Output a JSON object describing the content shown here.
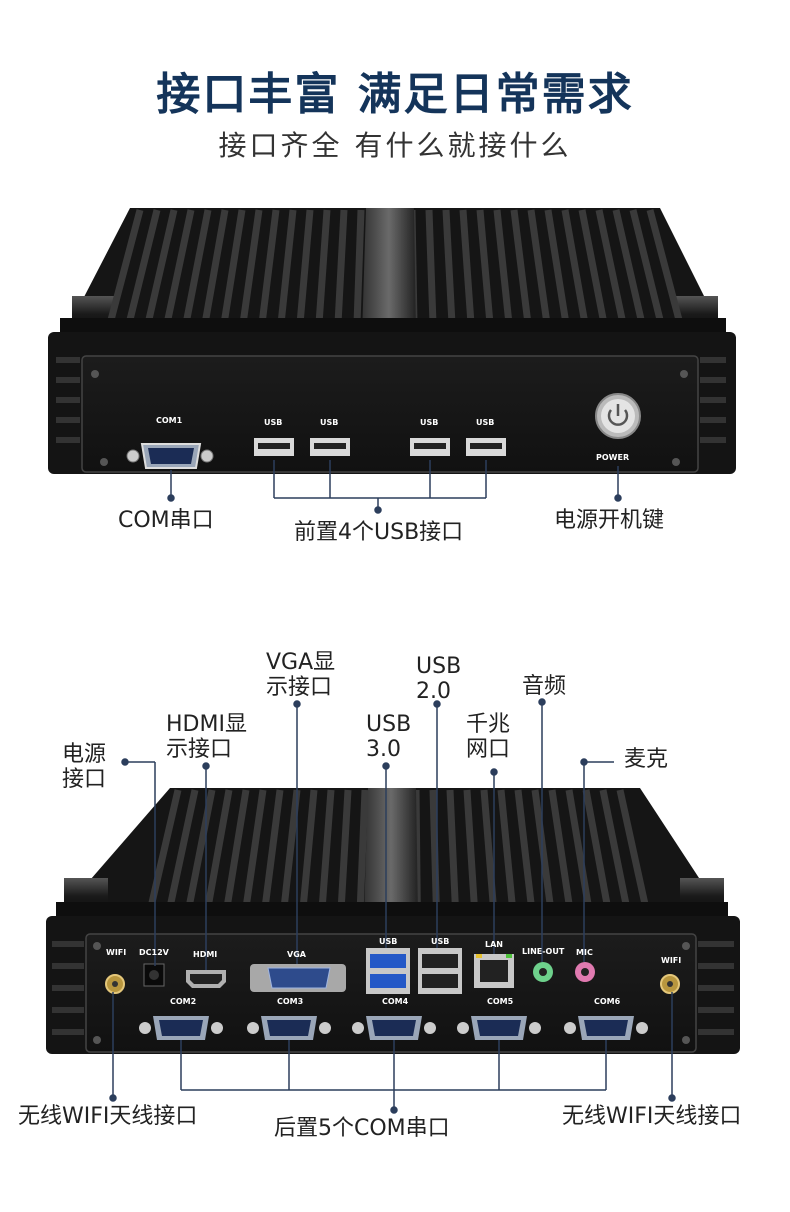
{
  "header": {
    "title": "接口丰富 满足日常需求",
    "subtitle": "接口齐全 有什么就接什么"
  },
  "front": {
    "panel": {
      "com1": "COM1",
      "usb": "USB",
      "power": "POWER"
    },
    "callouts": {
      "com": "COM串口",
      "usb": "前置4个USB接口",
      "power": "电源开机键"
    }
  },
  "rear": {
    "panel": {
      "wifi": "WIFI",
      "dc": "DC12V",
      "hdmi": "HDMI",
      "vga": "VGA",
      "usb": "USB",
      "lan": "LAN",
      "lineout": "LINE-OUT",
      "mic": "MIC",
      "com2": "COM2",
      "com3": "COM3",
      "com4": "COM4",
      "com5": "COM5",
      "com6": "COM6"
    },
    "callouts": {
      "power": "电源\n接口",
      "hdmi": "HDMI显\n示接口",
      "vga": "VGA显\n示接口",
      "usb30": "USB\n3.0",
      "usb20": "USB\n2.0",
      "lan": "千兆\n网口",
      "audio": "音频",
      "mic": "麦克",
      "wifi_left": "无线WIFI天线接口",
      "com": "后置5个COM串口",
      "wifi_right": "无线WIFI天线接口"
    }
  },
  "colors": {
    "title": "#14345a",
    "body": "#1b1b1b",
    "fin": "#2a2a2a",
    "line": "#2c3e5c",
    "port_blue": "#2e4b8c"
  }
}
